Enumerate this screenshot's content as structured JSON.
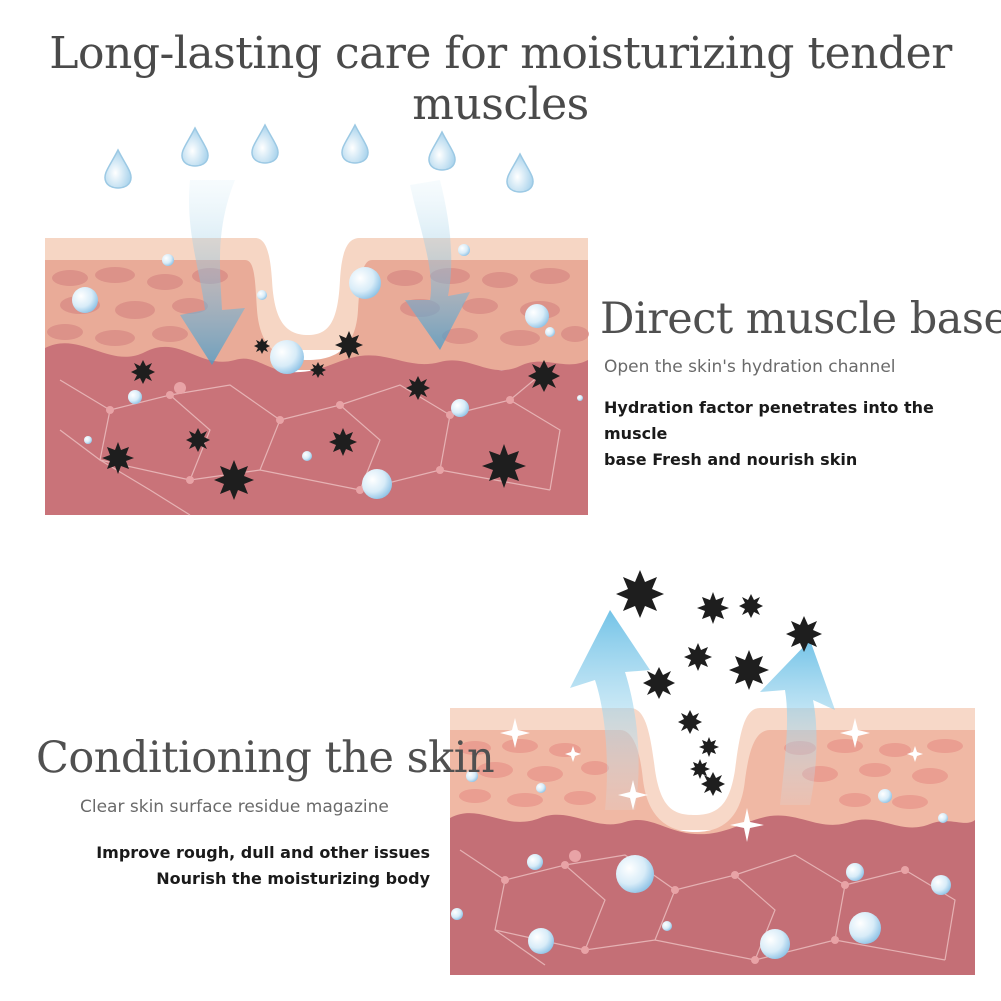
{
  "headline": "Long-lasting care for moisturizing tender muscles",
  "section_top": {
    "title": "Direct muscle base",
    "subtitle": "Open the skin's hydration channel",
    "body_line1": "Hydration factor penetrates into the muscle",
    "body_line2": "base Fresh and nourish skin"
  },
  "section_bottom": {
    "title": "Conditioning the skin",
    "subtitle": "Clear skin surface residue magazine",
    "body_line1": "Improve rough, dull and other issues",
    "body_line2": "Nourish the moisturizing body"
  },
  "colors": {
    "skin_top": "#f6d2bf",
    "skin_cells": "#e6a394",
    "dermis": "#c97378",
    "arrow_blue": "#7cc4e4",
    "impurity": "#1e1e1e"
  }
}
